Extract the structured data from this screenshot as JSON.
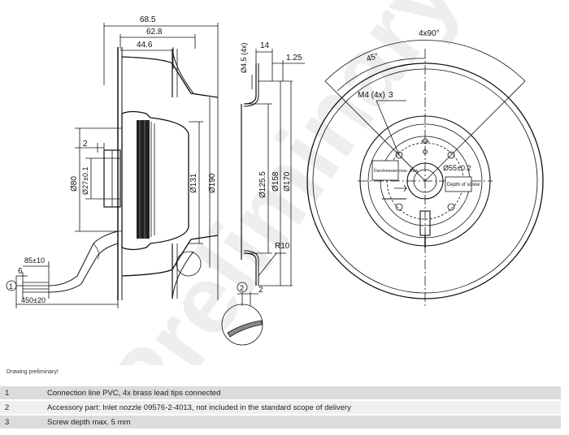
{
  "watermark": "Preliminary",
  "side_view": {
    "dims": {
      "d68_5": "68.5",
      "d62_8": "62.8",
      "d44_6": "44.6",
      "d2": "2",
      "dia80": "Ø80",
      "dia27": "Ø27±0.1",
      "dia131": "Ø131",
      "dia190": "Ø190",
      "d85": "85±10",
      "d6": "6",
      "d450": "450±20"
    },
    "callout_1": "1"
  },
  "nozzle_view": {
    "dims": {
      "dia4_5": "Ø4.5 (4x)",
      "d14": "14",
      "d1_25": "1.25",
      "dia125_5": "Ø125.5",
      "dia158": "Ø158",
      "dia170": "Ø170",
      "r10": "R10",
      "d2": "2"
    },
    "callout_2": "2"
  },
  "front_view": {
    "dims": {
      "angle_4x90": "4x90°",
      "angle_45": "45°",
      "thread": "M4 (4x)",
      "dia55": "Ø55±0.2"
    },
    "callout_3": "3",
    "label_rotation": "Durchmesser max. 3mm",
    "label_depth": "Depth of screw"
  },
  "drawing_note": "Drawing preliminary!",
  "legend": [
    {
      "num": "1",
      "text": "Connection line PVC, 4x brass lead tips connected"
    },
    {
      "num": "2",
      "text": "Accessory part: Inlet nozzle 09576-2-4013, not included in the standard scope of delivery"
    },
    {
      "num": "3",
      "text": "Screw depth max. 5 mm"
    }
  ]
}
